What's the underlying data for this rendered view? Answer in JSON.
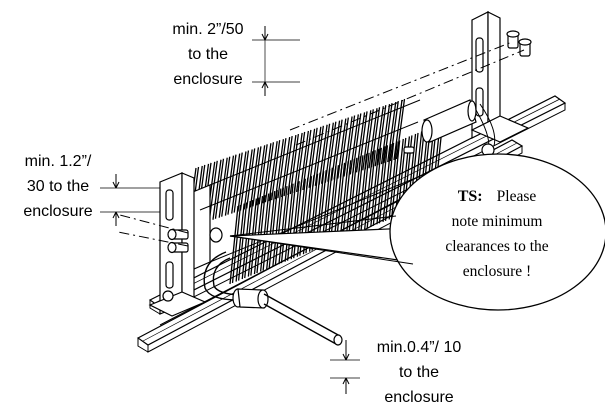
{
  "labels": {
    "top": [
      "min. 2”/50",
      "to the",
      "enclosure"
    ],
    "left": [
      "min. 1.2”/",
      "30 to the",
      "enclosure"
    ],
    "bottom": [
      "min.0.4”/ 10",
      "to the",
      "enclosure"
    ]
  },
  "callout": {
    "prefix": "TS:",
    "first_line": "Please",
    "lines": [
      "note minimum",
      "clearances to the",
      "enclosure !"
    ]
  }
}
